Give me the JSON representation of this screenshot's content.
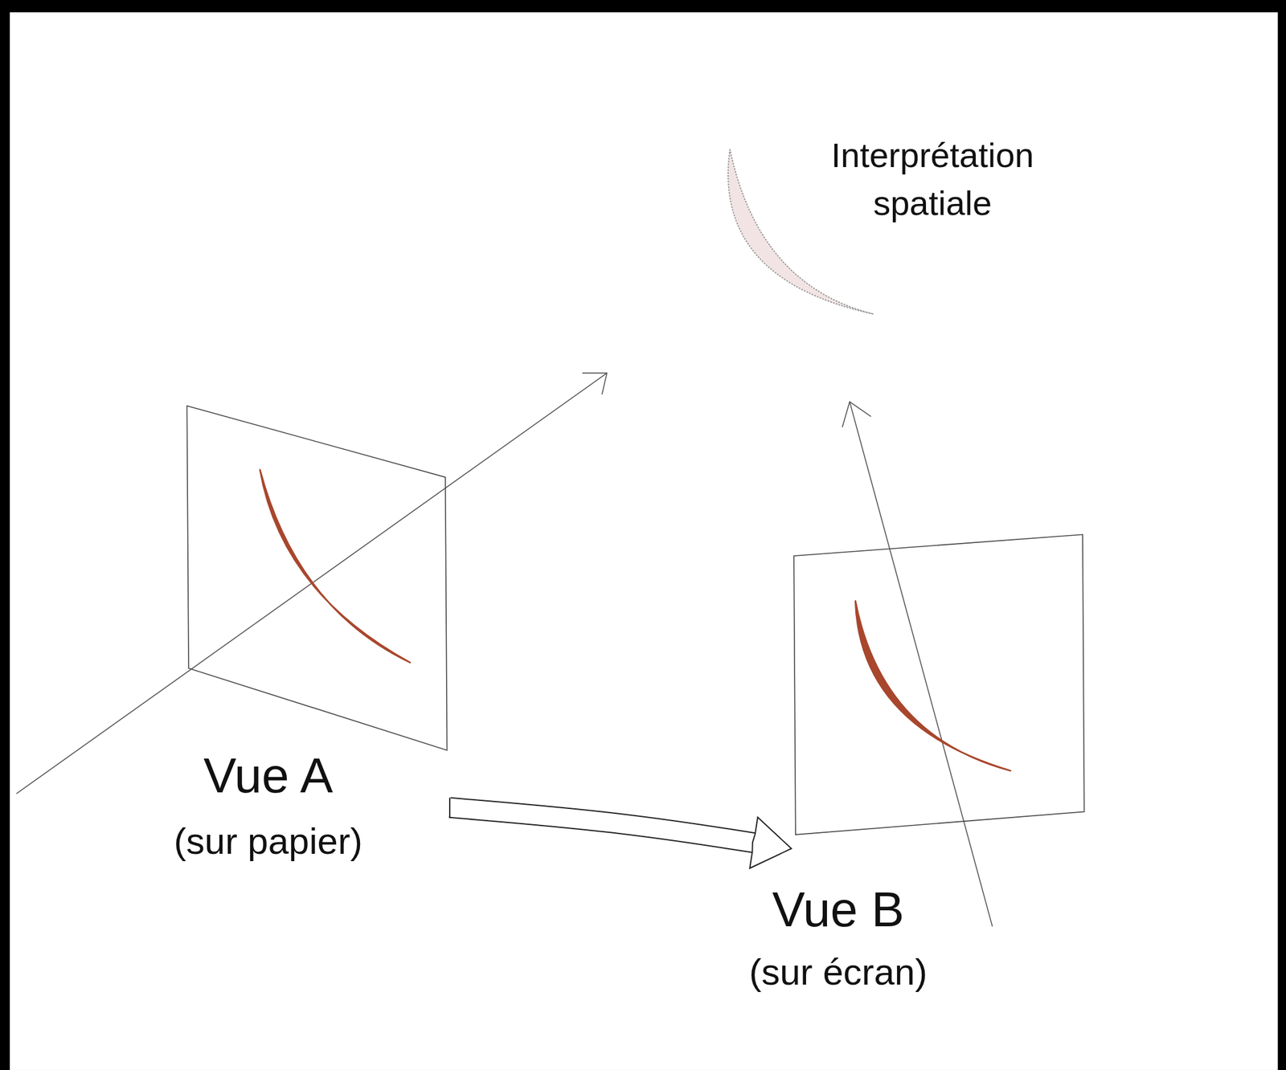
{
  "diagram": {
    "nodes": [
      {
        "text": [
          "Vue A",
          "(sur papier)"
        ]
      },
      {
        "text": [
          "Vue B",
          "(sur écran)"
        ]
      }
    ],
    "edges": [
      {
        "from": 0,
        "to": 1,
        "arrow": "to"
      }
    ],
    "labels": [
      "Interprétation spatiale"
    ]
  }
}
